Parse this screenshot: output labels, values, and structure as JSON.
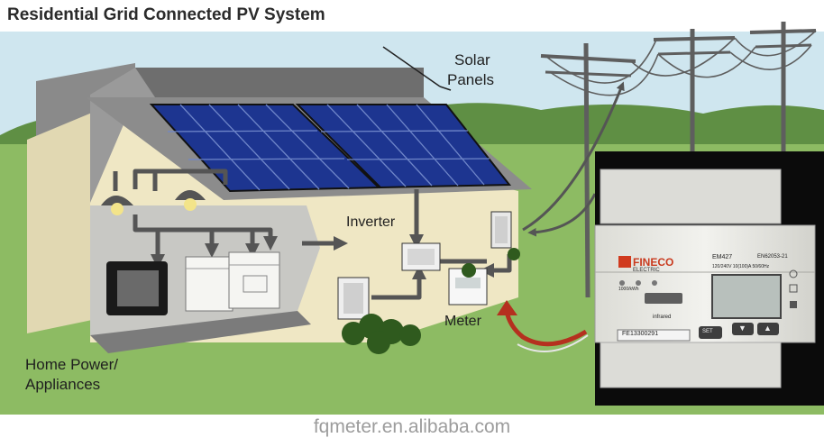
{
  "title": "Residential Grid Connected PV System",
  "labels": {
    "solar_line1": "Solar",
    "solar_line2": "Panels",
    "inverter": "Inverter",
    "meter": "Meter",
    "home_line1": "Home Power/",
    "home_line2": "Appliances"
  },
  "meter_photo": {
    "brand_main": "FINECO",
    "brand_sub": "ELECTRIC",
    "model": "EM427",
    "standard": "EN62053-21",
    "rating": "120/240V  10(100)A  50/60Hz",
    "impulse_rate": "1000/kWh",
    "infrared_label": "infrared",
    "serial": "FE13300291",
    "set_button": "SET",
    "down_button": "▼",
    "up_button": "▲"
  },
  "footer": "fqmeter.en.alibaba.com",
  "colors": {
    "sky": "#cfe6ef",
    "grass": "#8dbb63",
    "panel": "#1d3590",
    "wall": "#efe7c4",
    "roof": "#7f7f7f",
    "arrow_gray": "#555555",
    "arrow_red": "#b5301f"
  }
}
